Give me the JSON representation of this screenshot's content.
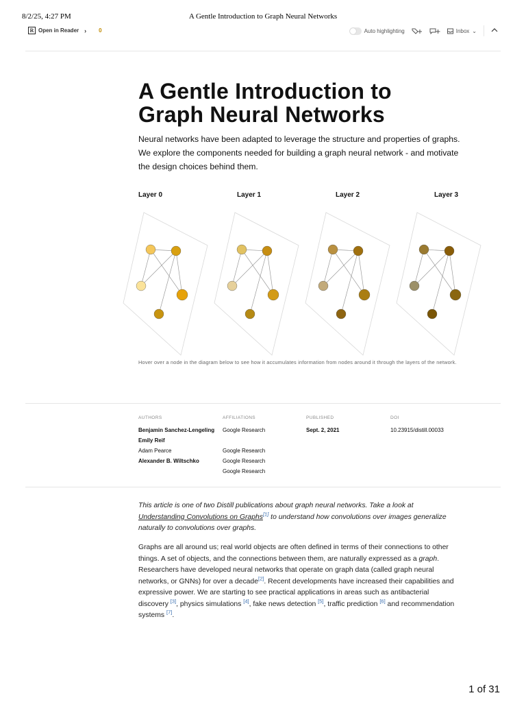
{
  "print_header": {
    "date": "8/2/25, 4:27 PM",
    "title": "A Gentle Introduction to Graph Neural Networks"
  },
  "toolbar": {
    "open_reader": "Open in Reader",
    "count": "0",
    "auto_highlighting": "Auto highlighting",
    "inbox": "Inbox"
  },
  "article": {
    "title_line1": "A Gentle Introduction to",
    "title_line2": "Graph Neural Networks",
    "lede": "Neural networks have been adapted to leverage the structure and properties of graphs. We explore the components needed for building a graph neural network - and motivate the design choices behind them."
  },
  "figure": {
    "layers": [
      "Layer 0",
      "Layer 1",
      "Layer 2",
      "Layer 3"
    ],
    "caption": "Hover over a node in the diagram below to see how it accumulates information from nodes around it through the layers of the network.",
    "layer_colors": [
      [
        "#f5c75a",
        "#d9a010",
        "#fbe39a",
        "#e6a20a",
        "#c89410"
      ],
      [
        "#e2c262",
        "#c78e12",
        "#e6d09a",
        "#d39b16",
        "#b68a14"
      ],
      [
        "#b99040",
        "#a0700e",
        "#c2aa7a",
        "#aa7e12",
        "#8e6410"
      ],
      [
        "#9a7a30",
        "#8a5d08",
        "#9c9068",
        "#8a6610",
        "#7a5606"
      ]
    ]
  },
  "meta": {
    "authors_head": "AUTHORS",
    "affiliations_head": "AFFILIATIONS",
    "published_head": "PUBLISHED",
    "doi_head": "DOI",
    "authors": [
      "Benjamin Sanchez-Lengeling",
      "Emily Reif",
      "Adam Pearce",
      "Alexander B. Wiltschko"
    ],
    "affiliations": [
      "Google Research",
      "Google Research",
      "Google Research",
      "Google Research"
    ],
    "published": "Sept. 2, 2021",
    "doi": "10.23915/distill.00033"
  },
  "intro": {
    "pre": "This article is one of two Distill publications about graph neural networks. Take a look at ",
    "link": "Understanding Convolutions on Graphs",
    "cite": "[1]",
    "post": " to understand how convolutions over images generalize naturally to convolutions over graphs."
  },
  "body": {
    "p1": "Graphs are all around us; real world objects are often defined in terms of their connections to other things. A set of objects, and the connections between them, are naturally expressed as a ",
    "graph_word": "graph",
    "p2": ". Researchers have developed neural networks that operate on graph data (called graph neural networks, or GNNs) for over a decade",
    "c2": "[2]",
    "p3": ". Recent developments have increased their capabilities and expressive power. We are starting to see practical applications in areas such as antibacterial discovery ",
    "c3": "[3]",
    "p4": ", physics simulations ",
    "c4": "[4]",
    "p5": ", fake news detection ",
    "c5": "[5]",
    "p6": ", traffic prediction ",
    "c6": "[6]",
    "p7": " and recommendation systems ",
    "c7": "[7]",
    "p8": "."
  },
  "page_number": "1 of 31"
}
